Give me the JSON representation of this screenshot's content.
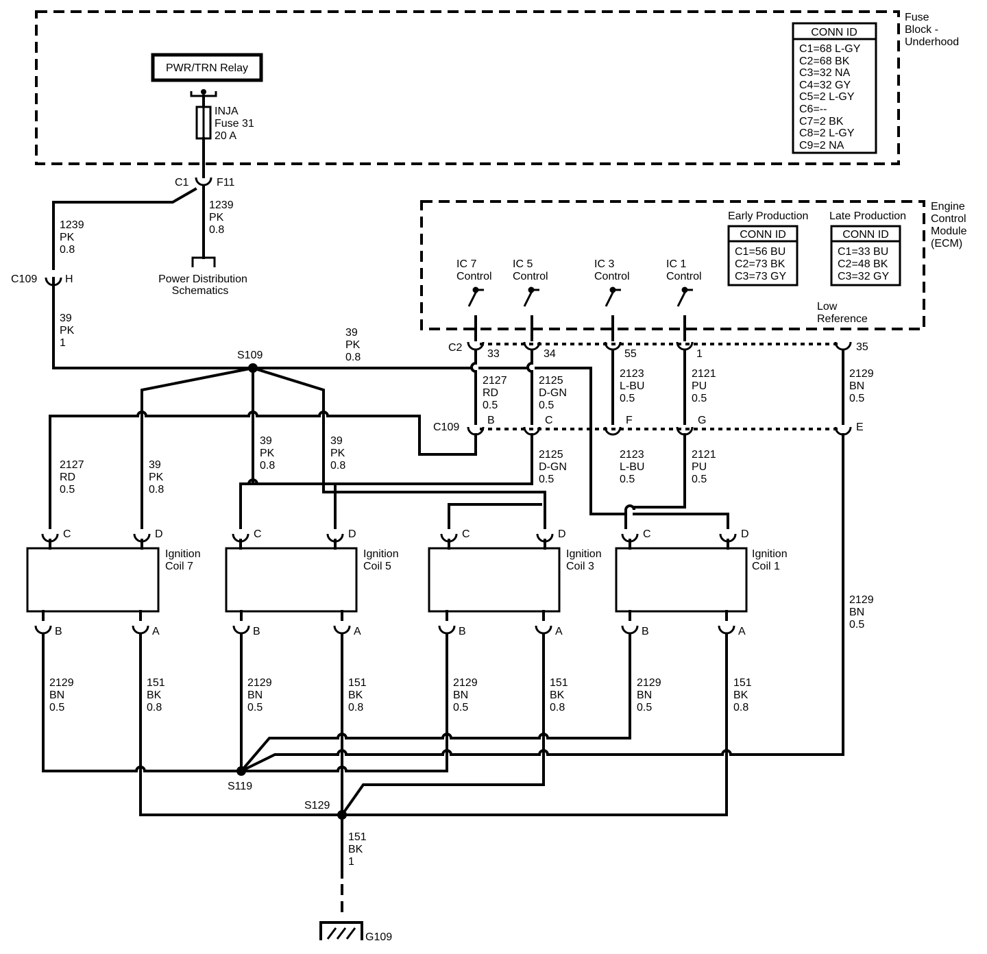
{
  "fuse_block": {
    "title": [
      "Fuse",
      "Block -",
      "Underhood"
    ],
    "conn_id_title": "CONN ID",
    "conn_ids": [
      "C1=68 L-GY",
      "C2=68 BK",
      "C3=32 NA",
      "C4=32 GY",
      "C5=2 L-GY",
      "C6=--",
      "C7=2 BK",
      "C8=2 L-GY",
      "C9=2 NA"
    ],
    "relay_label": "PWR/TRN Relay",
    "fuse_label": [
      "INJA",
      "Fuse 31",
      "20 A"
    ],
    "conn_c1": "C1",
    "pin_f11": "F11"
  },
  "ecm": {
    "title": [
      "Engine",
      "Control",
      "Module",
      "(ECM)"
    ],
    "early_label": "Early Production",
    "late_label": "Late Production",
    "conn_id_title": "CONN ID",
    "early_conn_ids": [
      "C1=56 BU",
      "C2=73 BK",
      "C3=73 GY"
    ],
    "late_conn_ids": [
      "C1=33 BU",
      "C2=48 BK",
      "C3=32 GY"
    ],
    "controls": [
      {
        "name": "IC 7",
        "sub": "Control",
        "pin": "33"
      },
      {
        "name": "IC 5",
        "sub": "Control",
        "pin": "34"
      },
      {
        "name": "IC 3",
        "sub": "Control",
        "pin": "55"
      },
      {
        "name": "IC 1",
        "sub": "Control",
        "pin": "1"
      }
    ],
    "low_ref": [
      "Low",
      "Reference"
    ],
    "low_ref_pin": "35",
    "conn_c2": "C2"
  },
  "wires": {
    "w1239_right": [
      "1239",
      "PK",
      "0.8"
    ],
    "w1239_left": [
      "1239",
      "PK",
      "0.8"
    ],
    "power_dist": [
      "Power Distribution",
      "Schematics"
    ],
    "c109": "C109",
    "c109_pin_h": "H",
    "w39_left": [
      "39",
      "PK",
      "1"
    ],
    "w39_top": [
      "39",
      "PK",
      "0.8"
    ],
    "s109": "S109",
    "w2127_top": [
      "2127",
      "RD",
      "0.5"
    ],
    "w2125_top": [
      "2125",
      "D-GN",
      "0.5"
    ],
    "w2123_top": [
      "2123",
      "L-BU",
      "0.5"
    ],
    "w2121_top": [
      "2121",
      "PU",
      "0.5"
    ],
    "w2129_top": [
      "2129",
      "BN",
      "0.5"
    ],
    "c109_mid": "C109",
    "c109_pins": [
      "B",
      "C",
      "F",
      "G",
      "E"
    ],
    "w2127_coil": [
      "2127",
      "RD",
      "0.5"
    ],
    "w39_coil7": [
      "39",
      "PK",
      "0.8"
    ],
    "w39_coil5a": [
      "39",
      "PK",
      "0.8"
    ],
    "w39_coil5b": [
      "39",
      "PK",
      "0.8"
    ],
    "w2125_coil": [
      "2125",
      "D-GN",
      "0.5"
    ],
    "w2123_coil": [
      "2123",
      "L-BU",
      "0.5"
    ],
    "w2121_coil": [
      "2121",
      "PU",
      "0.5"
    ],
    "w2129_right": [
      "2129",
      "BN",
      "0.5"
    ],
    "s119": "S119",
    "s129": "S129",
    "w151_ground": [
      "151",
      "BK",
      "1"
    ],
    "g109": "G109"
  },
  "coils": [
    {
      "name": [
        "Ignition",
        "Coil 7"
      ],
      "top_pins": [
        "C",
        "D"
      ],
      "bot_pins": [
        "B",
        "A"
      ],
      "wire_b": [
        "2129",
        "BN",
        "0.5"
      ],
      "wire_a": [
        "151",
        "BK",
        "0.8"
      ]
    },
    {
      "name": [
        "Ignition",
        "Coil 5"
      ],
      "top_pins": [
        "C",
        "D"
      ],
      "bot_pins": [
        "B",
        "A"
      ],
      "wire_b": [
        "2129",
        "BN",
        "0.5"
      ],
      "wire_a": [
        "151",
        "BK",
        "0.8"
      ]
    },
    {
      "name": [
        "Ignition",
        "Coil 3"
      ],
      "top_pins": [
        "C",
        "D"
      ],
      "bot_pins": [
        "B",
        "A"
      ],
      "wire_b": [
        "2129",
        "BN",
        "0.5"
      ],
      "wire_a": [
        "151",
        "BK",
        "0.8"
      ]
    },
    {
      "name": [
        "Ignition",
        "Coil 1"
      ],
      "top_pins": [
        "C",
        "D"
      ],
      "bot_pins": [
        "B",
        "A"
      ],
      "wire_b": [
        "2129",
        "BN",
        "0.5"
      ],
      "wire_a": [
        "151",
        "BK",
        "0.8"
      ]
    }
  ]
}
